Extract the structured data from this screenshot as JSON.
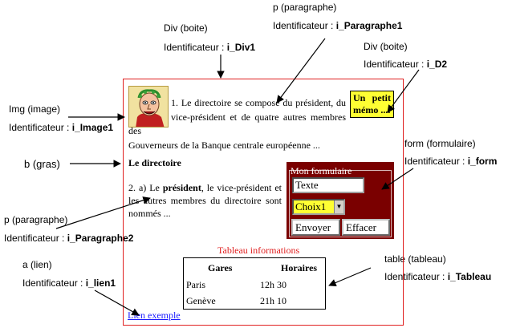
{
  "annotations": {
    "div1": {
      "type": "Div (boite)",
      "id_prefix": "Identificateur : ",
      "id": "i_Div1"
    },
    "paragraphe1": {
      "type": "p (paragraphe)",
      "id_prefix": "Identificateur : ",
      "id": "i_Paragraphe1"
    },
    "d2": {
      "type": "Div (boite)",
      "id_prefix": "Identificateur : ",
      "id": "i_D2"
    },
    "image1": {
      "type": "Img (image)",
      "id_prefix": "Identificateur : ",
      "id": "i_Image1"
    },
    "gras": {
      "type": "b (gras)"
    },
    "form": {
      "type": "form (formulaire)",
      "id_prefix": "Identificateur : ",
      "id": "i_form"
    },
    "paragraphe2": {
      "type": "p (paragraphe)",
      "id_prefix": "Identificateur : ",
      "id": "i_Paragraphe2"
    },
    "tableau": {
      "type": "table (tableau)",
      "id_prefix": "Identificateur : ",
      "id": "i_Tableau"
    },
    "lien1": {
      "type": "a (lien)",
      "id_prefix": "Identificateur : ",
      "id": "i_lien1"
    }
  },
  "page": {
    "para1_lines": [
      "1. Le directoire se compose du",
      "président, du vice-président et de",
      "quatre autres membres des",
      "Gouverneurs de la Banque centrale européenne ..."
    ],
    "memo": "Un petit mémo ....",
    "bold_heading": "Le directoire",
    "para2": {
      "start": "2. a) Le ",
      "bold": "président",
      "rest": ", le vice-président et les autres membres du directoire sont nommés ..."
    },
    "form": {
      "title": "Mon formulaire",
      "text_value": "Texte",
      "select_value": "Choix1",
      "send_label": "Envoyer",
      "clear_label": "Effacer"
    },
    "table": {
      "caption": "Tableau informations",
      "headers": [
        "Gares",
        "Horaires"
      ],
      "rows": [
        [
          "Paris",
          "12h 30"
        ],
        [
          "Genève",
          "21h 10"
        ]
      ]
    },
    "link": "Lien exemple"
  },
  "colors": {
    "frame": "#e02020",
    "memo_bg": "#ffff33",
    "form_bg": "#7a0000",
    "link": "#1a1aff",
    "caption": "#e02020"
  }
}
